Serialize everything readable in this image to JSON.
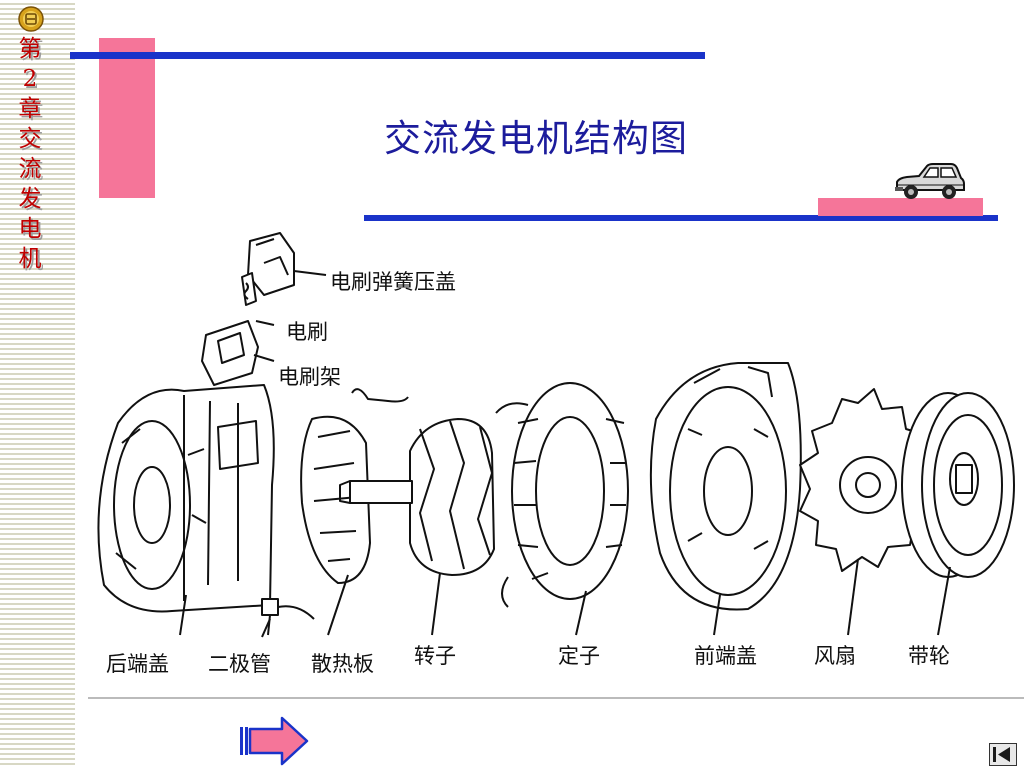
{
  "sidebar": {
    "chapter_chars": [
      "第",
      "2",
      "章",
      "交",
      "流",
      "发",
      "电",
      "机"
    ],
    "accent_color": "#c00000"
  },
  "slide": {
    "title": "交流发电机结构图",
    "title_color": "#1c1c9c"
  },
  "diagram": {
    "labels": {
      "brush_spring_cover": "电刷弹簧压盖",
      "brush": "电刷",
      "brush_holder": "电刷架",
      "rear_end_cover": "后端盖",
      "diode": "二极管",
      "heat_sink": "散热板",
      "rotor": "转子",
      "stator": "定子",
      "front_end_cover": "前端盖",
      "fan": "风扇",
      "pulley": "带轮"
    }
  },
  "navigation": {
    "next_icon": "right-arrow-icon",
    "last_icon": "skip-to-end-icon"
  },
  "colors": {
    "line_blue": "#1a33c9",
    "accent_pink": "#f57599"
  }
}
